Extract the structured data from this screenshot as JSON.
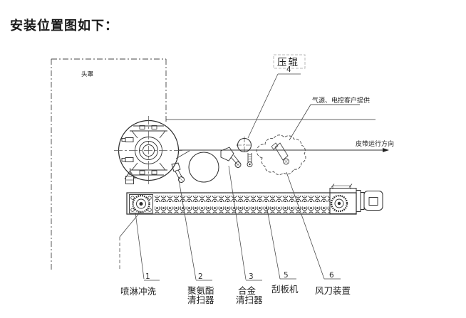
{
  "title": "安装位置图如下：",
  "colors": {
    "label_red": "#e63326",
    "line_dark": "#333333"
  },
  "diagram": {
    "head_cover_label": "头罩",
    "pressure_roller": {
      "label": "压辊",
      "number": "4"
    },
    "air_supply_note": "气源、电控客户提供",
    "belt_direction_note": "皮带运行方向",
    "callouts": [
      {
        "number": "1",
        "label": "喷淋冲洗"
      },
      {
        "number": "2",
        "line1": "聚氨酯",
        "line2": "清扫器"
      },
      {
        "number": "3",
        "line1": "合金",
        "line2": "清扫器"
      },
      {
        "number": "5",
        "label": "刮板机"
      },
      {
        "number": "6",
        "label": "风刀装置"
      }
    ]
  }
}
